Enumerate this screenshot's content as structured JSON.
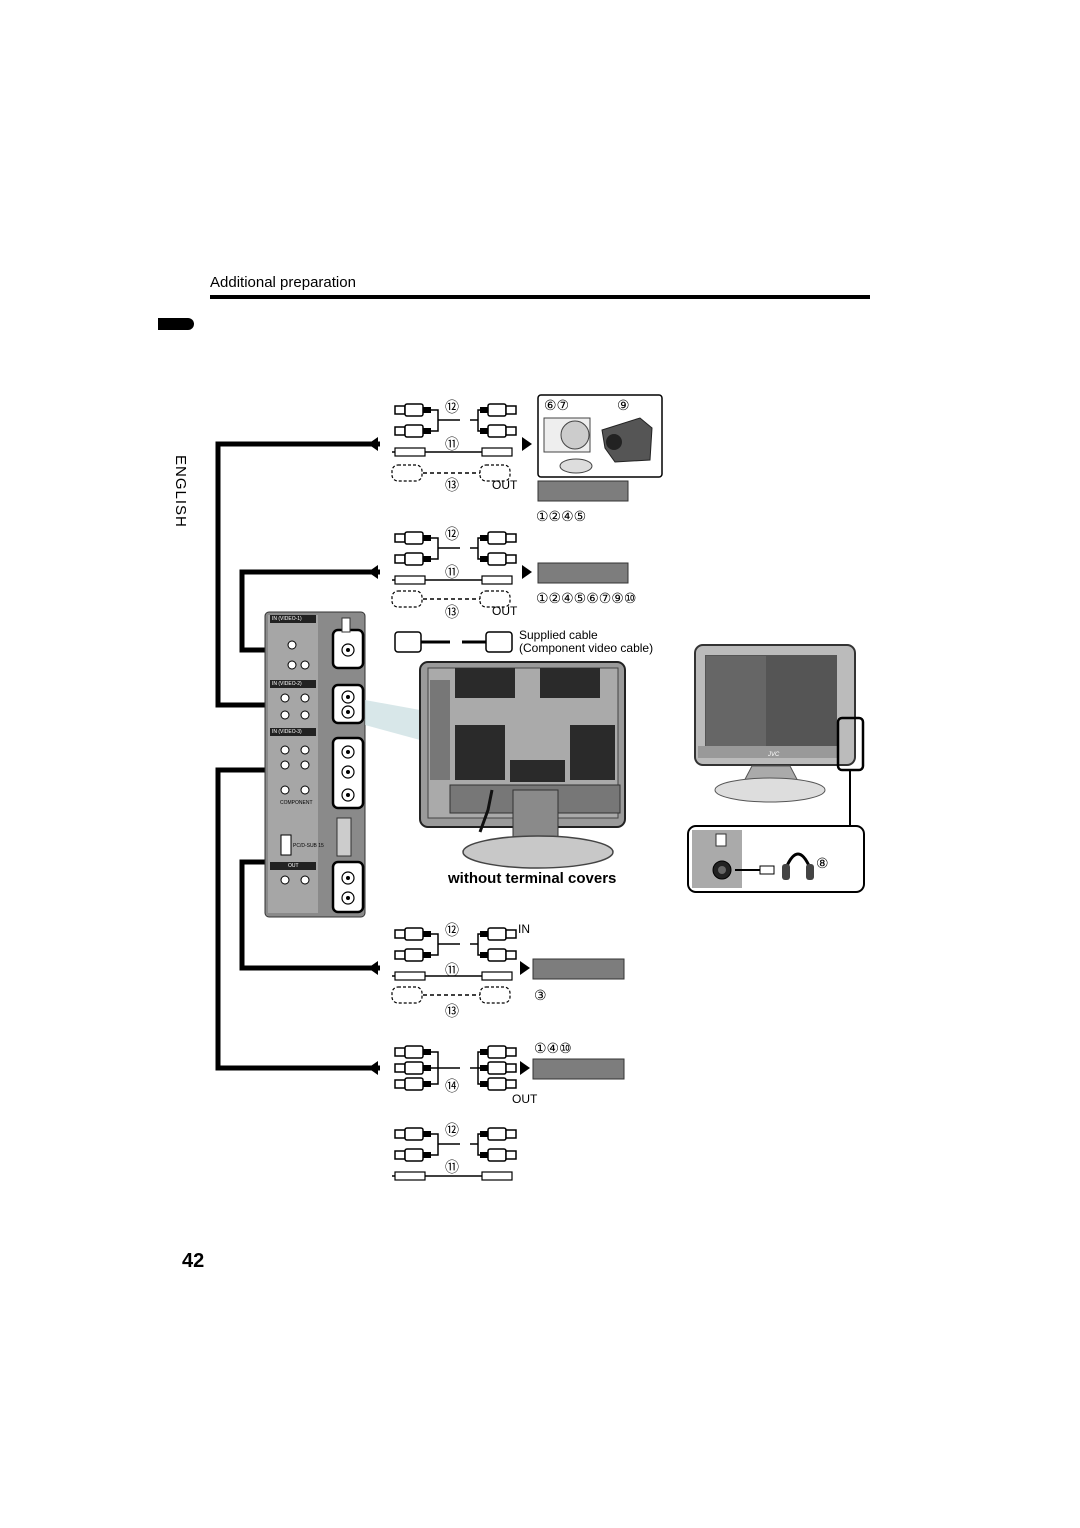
{
  "header": {
    "title": "Additional preparation"
  },
  "sidebar": {
    "language": "ENGLISH"
  },
  "page": {
    "number": "42"
  },
  "labels": {
    "out": "OUT",
    "in": "IN",
    "supplied_cable": "Supplied cable",
    "component_cable": "(Component video cable)",
    "without_covers": "without terminal covers",
    "tv_brand": "JVC"
  },
  "panel_labels": {
    "in_video_1": "IN (VIDEO-1)",
    "in_video_2": "IN (VIDEO-2)",
    "in_video_3": "IN (VIDEO-3)",
    "out": "OUT",
    "component": "COMPONENT",
    "pc_in": "PC/D-SUB 15"
  },
  "refs": {
    "r12_a": "⑫",
    "r11_a": "⑪",
    "r13_a": "⑬",
    "device_top_left": "⑥⑦",
    "device_top_right": "⑨",
    "seq_a": "①②④⑤",
    "r12_b": "⑫",
    "r11_b": "⑪",
    "r13_b": "⑬",
    "seq_b": "①②④⑤⑥⑦⑨⑩",
    "headphones": "⑧",
    "r12_c": "⑫",
    "r11_c": "⑪",
    "r13_c": "⑬",
    "r3": "③",
    "seq_d": "①④⑩",
    "r14": "⑭",
    "r12_e": "⑫",
    "r11_e": "⑪"
  },
  "colors": {
    "frame": "#000000",
    "panel": "#8a8a8a",
    "device": "#7d7d7d",
    "grille": "#2a2a2a"
  }
}
